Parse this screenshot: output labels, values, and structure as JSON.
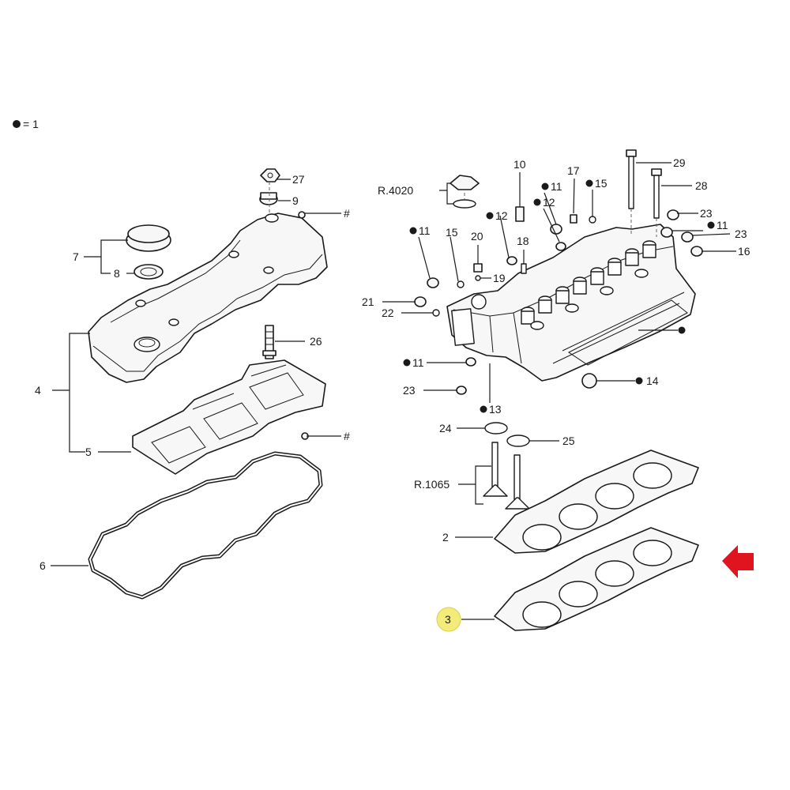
{
  "legend": {
    "symbol": "●",
    "text": "= 1"
  },
  "callouts": {
    "c2": "2",
    "c3": "3",
    "c4": "4",
    "c5": "5",
    "c6": "6",
    "c7": "7",
    "c8": "8",
    "c9": "9",
    "c10": "10",
    "c11a": "11",
    "c11b": "11",
    "c11c": "11",
    "c11d": "11",
    "c12a": "12",
    "c12b": "12",
    "c13": "13",
    "c14": "14",
    "c15a": "15",
    "c15b": "15",
    "c16": "16",
    "c17": "17",
    "c18": "18",
    "c19": "19",
    "c20": "20",
    "c21": "21",
    "c22": "22",
    "c23a": "23",
    "c23b": "23",
    "c23c": "23",
    "c24": "24",
    "c25": "25",
    "c26": "26",
    "c27": "27",
    "c28": "28",
    "c29": "29",
    "hash1": "#",
    "hash2": "#",
    "ref4020": "R.4020",
    "ref1065": "R.1065"
  },
  "highlight": {
    "callout": "3",
    "color": "#f3ec7a",
    "arrow_color": "#e0141e"
  },
  "icons": {
    "pointer": "red-arrow-icon",
    "bullet": "bullet-dot-icon"
  }
}
